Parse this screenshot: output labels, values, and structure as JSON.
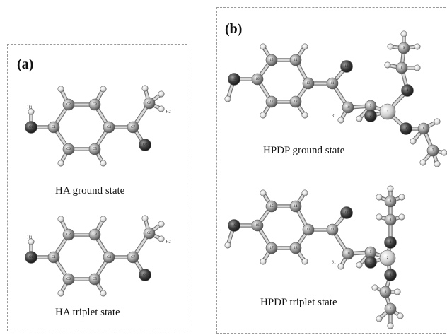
{
  "panels": {
    "a": {
      "label": "(a)",
      "captions": [
        "HA ground state",
        "HA triplet state"
      ]
    },
    "b": {
      "label": "(b)",
      "captions": [
        "HPDP ground state",
        "HPDP triplet state"
      ]
    }
  },
  "ha_ground_labels": [
    "H1",
    "O1",
    "C1",
    "C2",
    "C3",
    "C4",
    "C5",
    "C6",
    "C7",
    "O2",
    "C8",
    "H2"
  ],
  "ha_triplet_labels": [
    "H1",
    "O1",
    "C1",
    "C2",
    "C3",
    "C4",
    "C5",
    "C6",
    "C7",
    "O2",
    "C8",
    "H2"
  ],
  "hpdp_ground_labels": [
    "19",
    "16",
    "15",
    "14",
    "13",
    "17",
    "18",
    "11",
    "12",
    "10",
    "31",
    "5",
    "2",
    "1",
    "3",
    "4",
    "8",
    "9",
    "6",
    "7"
  ],
  "hpdp_triplet_labels": [
    "19",
    "16",
    "15",
    "14",
    "13",
    "17",
    "18",
    "11",
    "12",
    "10",
    "31",
    "5",
    "1",
    "2",
    "3",
    "4",
    "8",
    "9",
    "6",
    "7"
  ],
  "colors": {
    "carbon": "#9a9a9a",
    "oxygen": "#3c3c3c",
    "hydrogen": "#e6e6e6",
    "phosphorus": "#d8d8d8",
    "bond": "#bdbdbd"
  }
}
